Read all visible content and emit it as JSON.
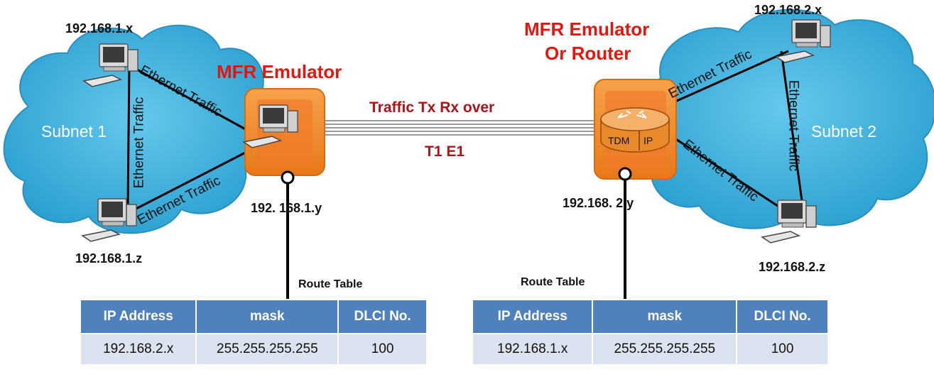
{
  "left": {
    "subnet_label": "Subnet 1",
    "host_x": "192.168.1.x",
    "host_z": "192.168.1.z",
    "emulator_title": "MFR Emulator",
    "emulator_ip": "192.  168.1.y",
    "links": [
      "Ethernet Traffic",
      "Ethernet Traffic",
      "Ethernet  Traffic"
    ]
  },
  "right": {
    "subnet_label": "Subnet 2",
    "host_x": "192.168.2.x",
    "host_z": "192.168.2.z",
    "emulator_title_line1": "MFR Emulator",
    "emulator_title_line2": "Or Router",
    "emulator_ip": "192.168. 2.y",
    "router_labels": [
      "TDM",
      "IP"
    ],
    "links": [
      "Ethernet Traffic",
      "Ethernet Traffic",
      "Ethernet Traffic"
    ]
  },
  "wan": {
    "top_label": "Traffic Tx Rx over",
    "bottom_label": "T1 E1"
  },
  "route_table_left": {
    "caption": "Route Table",
    "headers": [
      "IP Address",
      "mask",
      "DLCI No."
    ],
    "row": [
      "192.168.2.x",
      "255.255.255.255",
      "100"
    ]
  },
  "route_table_right": {
    "caption": "Route Table",
    "headers": [
      "IP Address",
      "mask",
      "DLCI No."
    ],
    "row": [
      "192.168.1.x",
      "255.255.255.255",
      "100"
    ]
  },
  "colors": {
    "cloud": "#3aaed8",
    "emulator_box": "#f28c28",
    "table_header": "#4f81bd",
    "table_cell": "#dbe3f0",
    "title_red": "#e3170d"
  },
  "icons": [
    "cloud-icon",
    "computer-icon",
    "router-icon",
    "wan-link"
  ]
}
